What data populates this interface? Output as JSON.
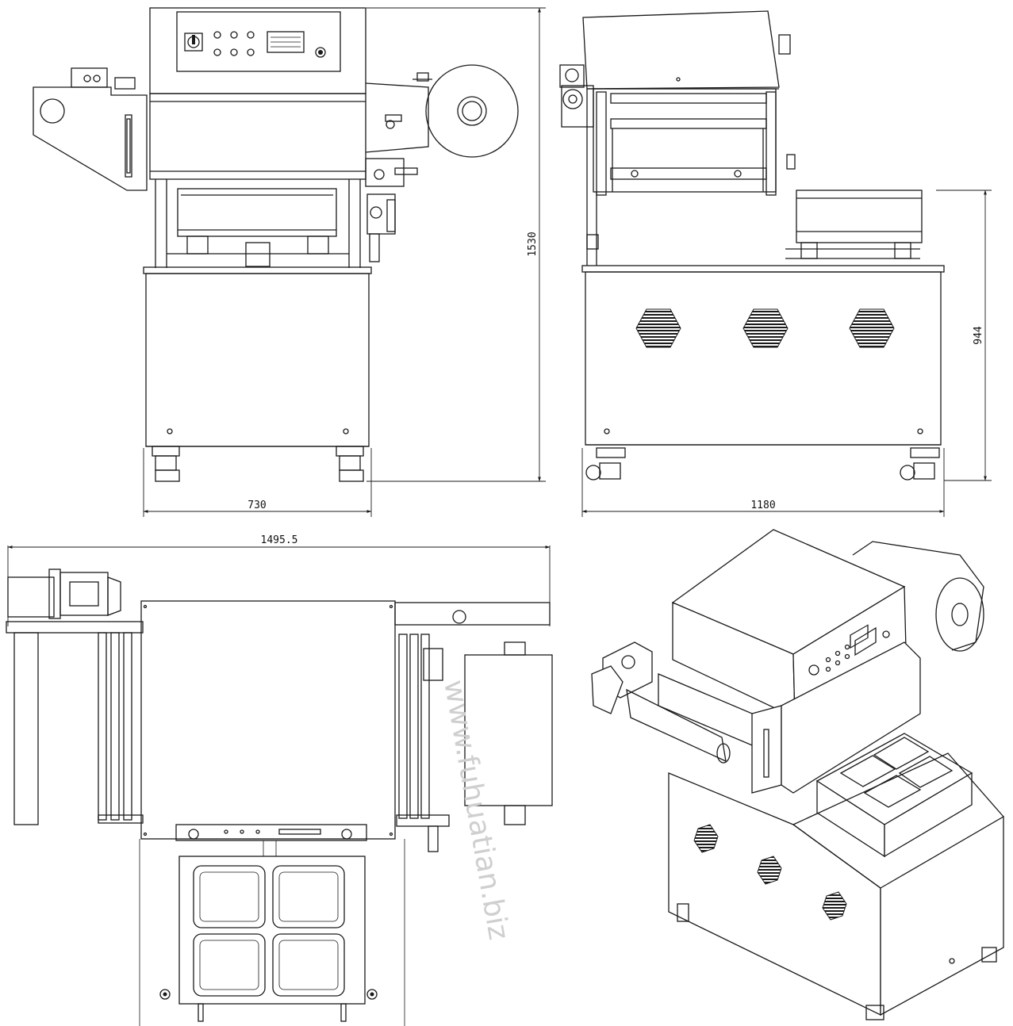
{
  "dimensions": {
    "front_width": "730",
    "front_height": "1530",
    "side_length": "1180",
    "side_height": "944",
    "top_length": "1495.5"
  },
  "watermark": {
    "text": "www.fuhuatian.biz"
  },
  "colors": {
    "line": "#1a1a1a",
    "background": "#ffffff",
    "watermark": "#cfcfcf"
  }
}
